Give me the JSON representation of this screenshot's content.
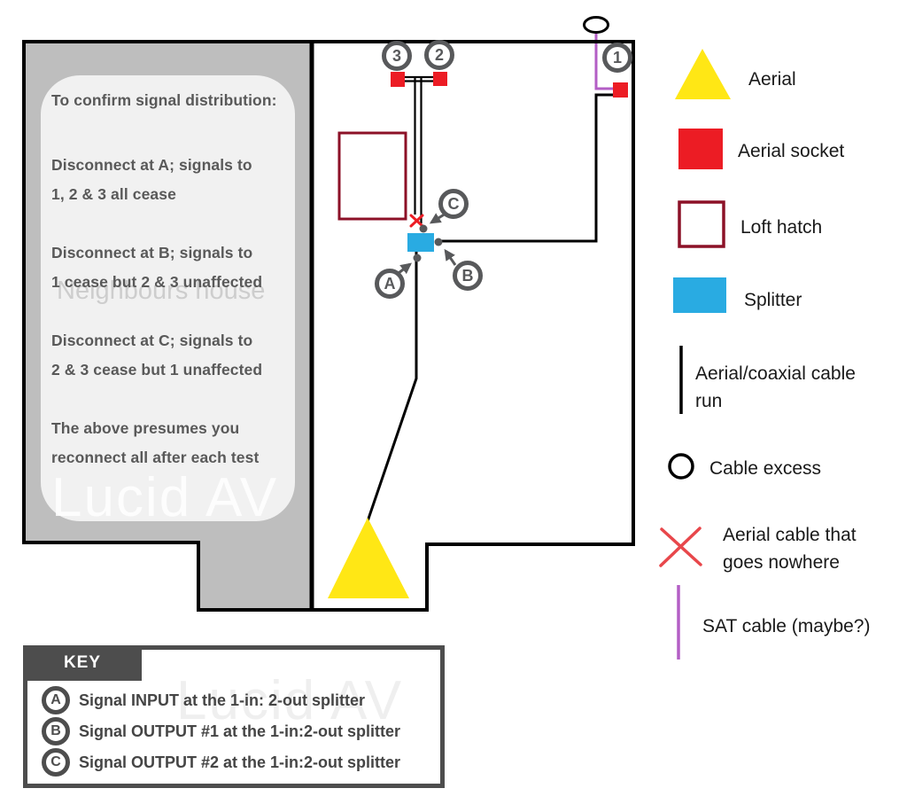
{
  "colors": {
    "aerial_yellow": "#FFE715",
    "aerial_socket_red": "#EC1C24",
    "loft_hatch_dark_red": "#8C1127",
    "splitter_blue": "#29ABE2",
    "cable_black": "#000000",
    "sat_cable_purple": "#B35EC5",
    "dead_cable_x_red": "#E8474B",
    "annotation_gray": "#58595B",
    "neighbours_house_gray": "#BEBEBE",
    "note_panel_bg": "#F1F1F1",
    "key_border_gray": "#4D4D4D"
  },
  "note": {
    "lines": [
      "To confirm signal distribution:",
      "Disconnect at A; signals to",
      "1, 2 & 3 all cease",
      "Disconnect at B; signals to",
      "1 cease but 2 & 3 unaffected",
      "Disconnect at C; signals to",
      "2 & 3 cease but 1 unaffected",
      "The above presumes you",
      "reconnect all after each test"
    ]
  },
  "watermarks": {
    "neighbours_house": "Neighbours house",
    "lucid_av_left": "Lucid AV",
    "lucid_av_key": "Lucid AV"
  },
  "diagram": {
    "sockets": [
      "3",
      "2",
      "1"
    ],
    "splitter_points": [
      "A",
      "B",
      "C"
    ]
  },
  "legend": {
    "items": [
      {
        "symbol": "aerial-triangle",
        "label": "Aerial"
      },
      {
        "symbol": "aerial-socket-square",
        "label": "Aerial socket"
      },
      {
        "symbol": "loft-hatch-outline-square",
        "label": "Loft hatch"
      },
      {
        "symbol": "splitter-square",
        "label": "Splitter"
      },
      {
        "symbol": "cable-run-line",
        "label": "Aerial/coaxial cable run"
      },
      {
        "symbol": "cable-excess-circle",
        "label": "Cable excess"
      },
      {
        "symbol": "dead-cable-x",
        "label": "Aerial cable that goes nowhere"
      },
      {
        "symbol": "sat-cable-line",
        "label": "SAT cable (maybe?)"
      }
    ]
  },
  "key": {
    "title": "KEY",
    "rows": [
      {
        "marker": "A",
        "text": "Signal INPUT at the 1-in: 2-out splitter"
      },
      {
        "marker": "B",
        "text": "Signal OUTPUT #1 at the 1-in:2-out splitter"
      },
      {
        "marker": "C",
        "text": "Signal OUTPUT #2 at the 1-in:2-out splitter"
      }
    ]
  }
}
